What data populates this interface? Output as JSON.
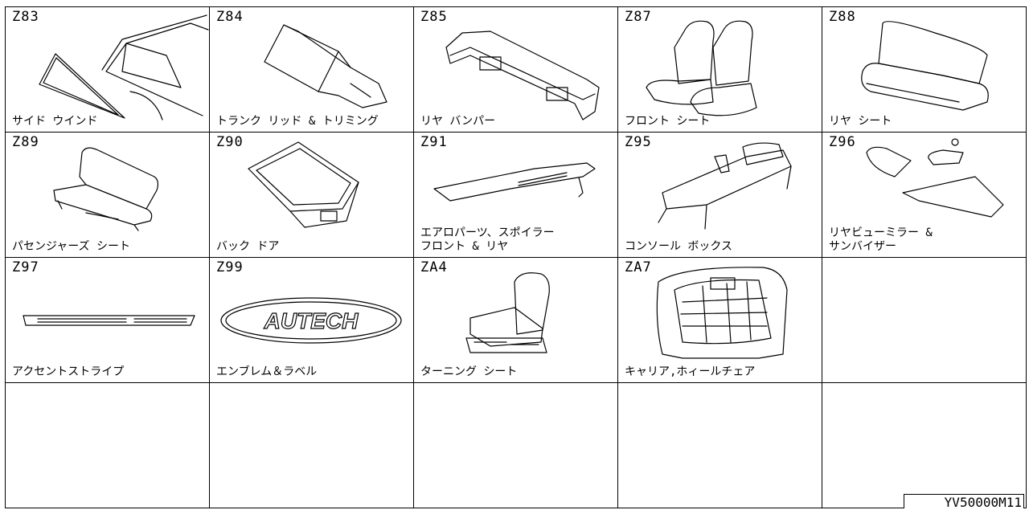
{
  "cells": [
    {
      "code": "Z83",
      "label": "サイド ウインド"
    },
    {
      "code": "Z84",
      "label": "トランク リッド & トリミング"
    },
    {
      "code": "Z85",
      "label": "リヤ バンパー"
    },
    {
      "code": "Z87",
      "label": "フロント シート"
    },
    {
      "code": "Z88",
      "label": "リヤ シート"
    },
    {
      "code": "Z89",
      "label": "パセンジャーズ シート"
    },
    {
      "code": "Z90",
      "label": "バック ドア"
    },
    {
      "code": "Z91",
      "label": "エアロパーツ、スポイラー\nフロント & リヤ"
    },
    {
      "code": "Z95",
      "label": "コンソール ボックス"
    },
    {
      "code": "Z96",
      "label": "リヤビューミラー &\nサンバイザー"
    },
    {
      "code": "Z97",
      "label": "アクセントストライプ"
    },
    {
      "code": "Z99",
      "label": "エンブレム＆ラベル",
      "emblem_text": "AUTECH"
    },
    {
      "code": "ZA4",
      "label": "ターニング シート"
    },
    {
      "code": "ZA7",
      "label": "キャリア,ホィールチェア"
    }
  ],
  "footer_code": "YV50000M11"
}
